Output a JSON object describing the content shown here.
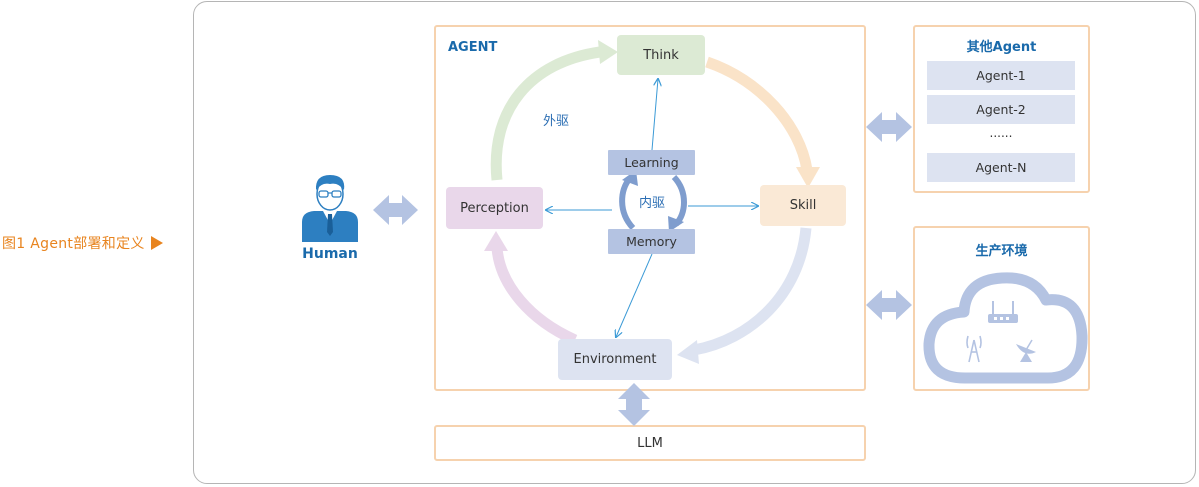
{
  "caption": "图1  Agent部署和定义",
  "agent": {
    "title": "AGENT",
    "nodes": {
      "think": "Think",
      "skill": "Skill",
      "perception": "Perception",
      "environment": "Environment"
    },
    "inner": {
      "learning": "Learning",
      "memory": "Memory",
      "inner_drive": "内驱"
    },
    "outer_drive": "外驱"
  },
  "human": {
    "label": "Human"
  },
  "llm": {
    "label": "LLM"
  },
  "other_agents": {
    "title": "其他Agent",
    "items": [
      "Agent-1",
      "Agent-2",
      "......",
      "Agent-N"
    ]
  },
  "production": {
    "title": "生产环境"
  }
}
